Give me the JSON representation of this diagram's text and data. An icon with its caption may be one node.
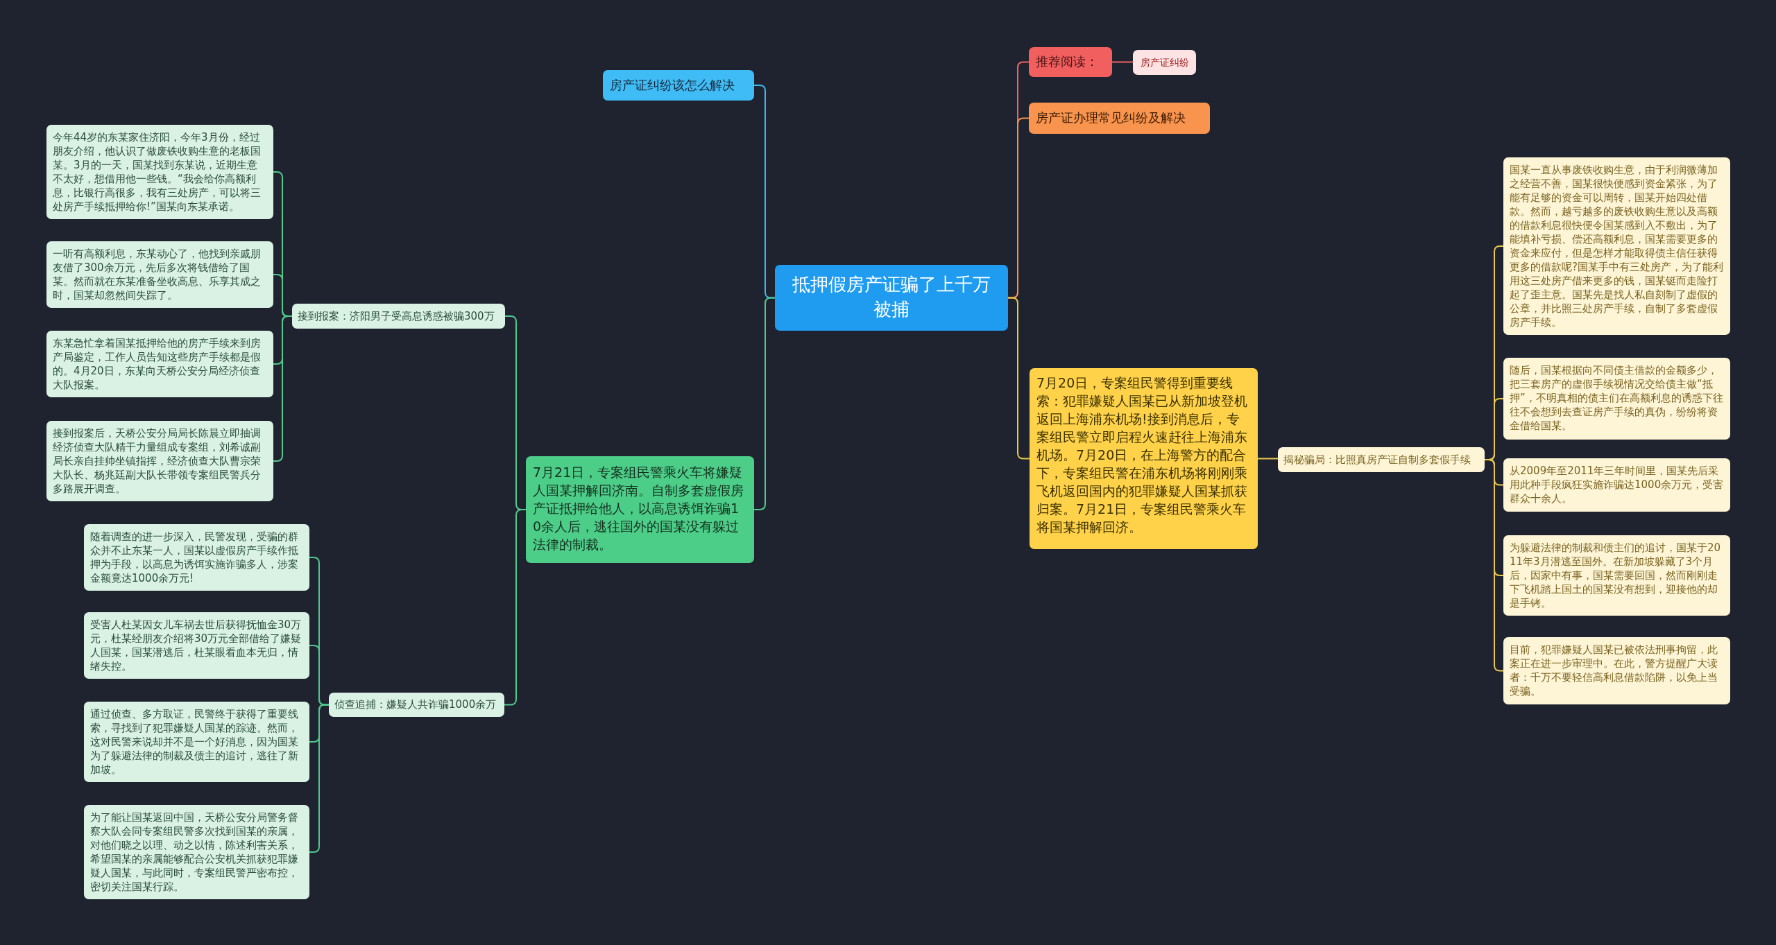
{
  "diagram": {
    "nodes": [
      {
        "text": [
          "抵押假房产证骗了上千万被捕"
        ]
      },
      {
        "text": [
          "房产证纠纷该怎么解决"
        ]
      },
      {
        "text": [
          "推荐阅读："
        ]
      },
      {
        "text": [
          "房产证纠纷"
        ]
      },
      {
        "text": [
          "房产证办理常见纠纷及解决"
        ]
      },
      {
        "text": [
          "7月20日，专案组民警得到重要线索：犯罪嫌疑人国某已从新加坡登机返回上海浦东机场!接到消息后，专案组民警立即启程火速赶往上海浦东机场。7月20日，在上海警方的配合下，专案组民警在浦东机场将刚刚乘飞机返回国内的犯罪嫌疑人国某抓获归案。7月21日，专案组民警乘火车将国某押解回济。"
        ]
      },
      {
        "text": [
          "揭秘骗局：比照真房产证自制多套假手续"
        ]
      },
      {
        "text": [
          "国某一直从事废铁收购生意，由于利润微薄加之经营不善，国某很快便感到资金紧张，为了能有足够的资金可以周转，国某开始四处借款。然而，越亏越多的废铁收购生意以及高额的借款利息很快便令国某感到入不敷出，为了能填补亏损、偿还高额利息，国某需要更多的资金来应付，但是怎样才能取得债主信任获得更多的借款呢?国某手中有三处房产，为了能利用这三处房产借来更多的钱，国某铤而走险打起了歪主意。国某先是找人私自刻制了虚假的公章，并比照三处房产手续，自制了多套虚假房产手续。"
        ]
      },
      {
        "text": [
          "随后，国某根据向不同债主借款的金额多少，把三套房产的虚假手续视情况交给债主做“抵押”，不明真相的债主们在高额利息的诱惑下往往不会想到去查证房产手续的真伪，纷纷将资金借给国某。"
        ]
      },
      {
        "text": [
          "从2009年至2011年三年时间里，国某先后采用此种手段疯狂实施诈骗达1000余万元，受害群众十余人。"
        ]
      },
      {
        "text": [
          "为躲避法律的制裁和债主们的追讨，国某于2011年3月潜逃至国外。在新加坡躲藏了3个月后，因家中有事，国某需要回国，然而刚刚走下飞机踏上国土的国某没有想到，迎接他的却是手铐。"
        ]
      },
      {
        "text": [
          "目前，犯罪嫌疑人国某已被依法刑事拘留，此案正在进一步审理中。在此，警方提醒广大读者：千万不要轻信高利息借款陷阱，以免上当受骗。"
        ]
      },
      {
        "text": [
          "7月21日，专案组民警乘火车将嫌疑人国某押解回济南。自制多套虚假房产证抵押给他人，以高息诱饵诈骗10余人后，逃往国外的国某没有躲过法律的制裁。"
        ]
      },
      {
        "text": [
          "接到报案：济阳男子受高息诱惑被骗300万"
        ]
      },
      {
        "text": [
          "今年44岁的东某家住济阳，今年3月份，经过朋友介绍，他认识了做废铁收购生意的老板国某。3月的一天，国某找到东某说，近期生意不太好，想借用他一些钱。“我会给你高额利息，比银行高很多，我有三处房产，可以将三处房产手续抵押给你!”国某向东某承诺。"
        ]
      },
      {
        "text": [
          "一听有高额利息，东某动心了，他找到亲戚朋友借了300余万元，先后多次将钱借给了国某。然而就在东某准备坐收高息、乐享其成之时，国某却忽然间失踪了。"
        ]
      },
      {
        "text": [
          "东某急忙拿着国某抵押给他的房产手续来到房产局鉴定，工作人员告知这些房产手续都是假的。4月20日，东某向天桥公安分局经济侦查大队报案。"
        ]
      },
      {
        "text": [
          "接到报案后，天桥公安分局局长陈晨立即抽调经济侦查大队精干力量组成专案组，刘希诚副局长亲自挂帅坐镇指挥，经济侦查大队曹宗荣大队长、杨兆廷副大队长带领专案组民警兵分多路展开调查。"
        ]
      },
      {
        "text": [
          "侦查追捕：嫌疑人共诈骗1000余万"
        ]
      },
      {
        "text": [
          "随着调查的进一步深入，民警发现，受骗的群众并不止东某一人，国某以虚假房产手续作抵押为手段，以高息为诱饵实施诈骗多人，涉案金额竟达1000余万元!"
        ]
      },
      {
        "text": [
          "受害人杜某因女儿车祸去世后获得抚恤金30万元，杜某经朋友介绍将30万元全部借给了嫌疑人国某，国某潜逃后，杜某眼看血本无归，情绪失控。"
        ]
      },
      {
        "text": [
          "通过侦查、多方取证，民警终于获得了重要线索，寻找到了犯罪嫌疑人国某的踪迹。然而，这对民警来说却并不是一个好消息，因为国某为了躲避法律的制裁及债主的追讨，逃往了新加坡。"
        ]
      },
      {
        "text": [
          "为了能让国某返回中国，天桥公安分局警务督察大队会同专案组民警多次找到国某的亲属，对他们晓之以理、动之以情，陈述利害关系，希望国某的亲属能够配合公安机关抓获犯罪嫌疑人国某，与此同时，专案组民警严密布控，密切关注国某行踪。"
        ]
      }
    ],
    "edges": [
      {
        "from": 0,
        "to": 1,
        "arrow": "none",
        "color": "#3fb8f0"
      },
      {
        "from": 0,
        "to": 2,
        "arrow": "none",
        "color": "#f06262"
      },
      {
        "from": 2,
        "to": 3,
        "arrow": "none",
        "color": "#f06262"
      },
      {
        "from": 0,
        "to": 4,
        "arrow": "none",
        "color": "#f5944a"
      },
      {
        "from": 0,
        "to": 5,
        "arrow": "none",
        "color": "#e8c84a"
      },
      {
        "from": 5,
        "to": 6,
        "arrow": "none",
        "color": "#e8c84a"
      },
      {
        "from": 6,
        "to": 7,
        "arrow": "none",
        "color": "#e8c84a"
      },
      {
        "from": 6,
        "to": 8,
        "arrow": "none",
        "color": "#e8c84a"
      },
      {
        "from": 6,
        "to": 9,
        "arrow": "none",
        "color": "#e8c84a"
      },
      {
        "from": 6,
        "to": 10,
        "arrow": "none",
        "color": "#e8c84a"
      },
      {
        "from": 6,
        "to": 11,
        "arrow": "none",
        "color": "#e8c84a"
      },
      {
        "from": 0,
        "to": 12,
        "arrow": "none"
      },
      {
        "from": 12,
        "to": 13,
        "arrow": "none"
      },
      {
        "from": 13,
        "to": 14,
        "arrow": "none"
      },
      {
        "from": 13,
        "to": 15,
        "arrow": "none"
      },
      {
        "from": 13,
        "to": 16,
        "arrow": "none"
      },
      {
        "from": 13,
        "to": 17,
        "arrow": "none"
      },
      {
        "from": 12,
        "to": 18,
        "arrow": "none"
      },
      {
        "from": 18,
        "to": 19,
        "arrow": "none"
      },
      {
        "from": 18,
        "to": 20,
        "arrow": "none"
      },
      {
        "from": 18,
        "to": 21,
        "arrow": "none"
      },
      {
        "from": 18,
        "to": 22,
        "arrow": "none"
      }
    ]
  }
}
